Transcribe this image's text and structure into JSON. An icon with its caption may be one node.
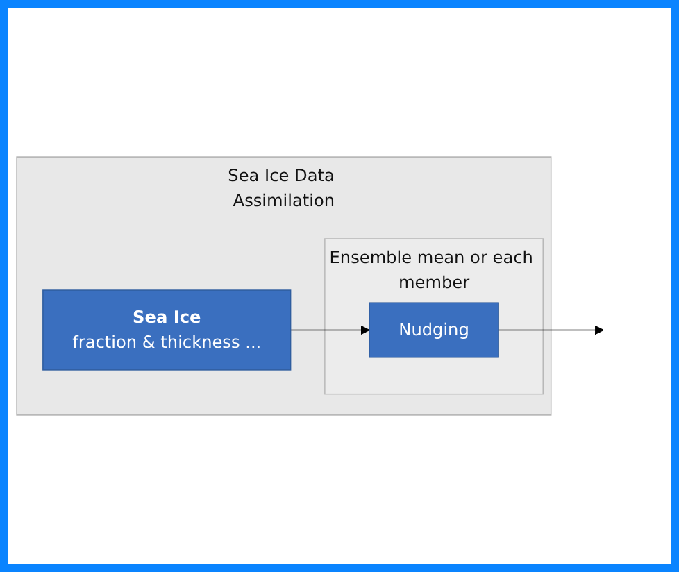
{
  "diagram": {
    "nodes": [
      {
        "text": [
          "Sea Ice Data Assimilation"
        ]
      },
      {
        "text": [
          "Sea Ice",
          "fraction & thickness ..."
        ],
        "in": 0
      },
      {
        "text": [
          "Ensemble mean or each member"
        ],
        "in": 0
      },
      {
        "text": [
          "Nudging"
        ],
        "in": 2
      }
    ],
    "edges": [
      {
        "from": 1,
        "to": 3,
        "arrow": "to"
      },
      {
        "from": 3,
        "to": null,
        "arrow": "to"
      }
    ]
  }
}
